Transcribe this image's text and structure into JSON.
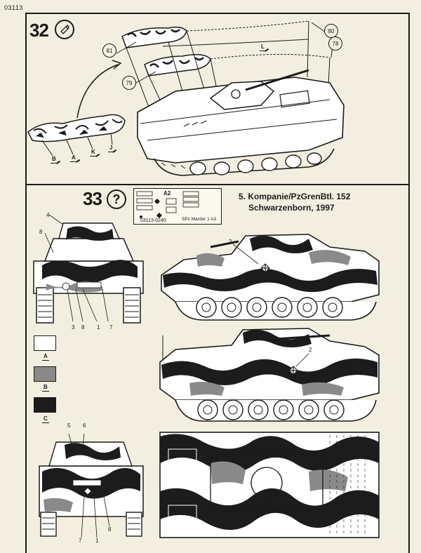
{
  "header": {
    "page_code": "03113"
  },
  "step32": {
    "number": "32",
    "icon": "glue-tube-icon",
    "callouts": [
      "81",
      "79",
      "80",
      "78"
    ],
    "part_tags": [
      "L",
      "B",
      "A",
      "K",
      "J"
    ]
  },
  "step33": {
    "number": "33",
    "icon_symbol": "?",
    "unit_title_line1": "5. Kompanie/PzGrenBtl. 152",
    "unit_title_line2": "Schwarzenborn, 1997",
    "decal_sheet": {
      "code": "03113-0240",
      "vehicle": "SPz Marder 1 A3",
      "marking": "A2"
    },
    "front_view_numbers": [
      "4",
      "8",
      "3",
      "8",
      "1",
      "7"
    ],
    "side_view_numbers": [
      "2",
      "2"
    ],
    "rear_view_numbers": [
      "5",
      "6",
      "7",
      "1",
      "8"
    ],
    "color_swatches": [
      {
        "tag": "A",
        "color": "#ffffff"
      },
      {
        "tag": "B",
        "color": "#8a8a8a"
      },
      {
        "tag": "C",
        "color": "#1c1c1c"
      }
    ]
  }
}
